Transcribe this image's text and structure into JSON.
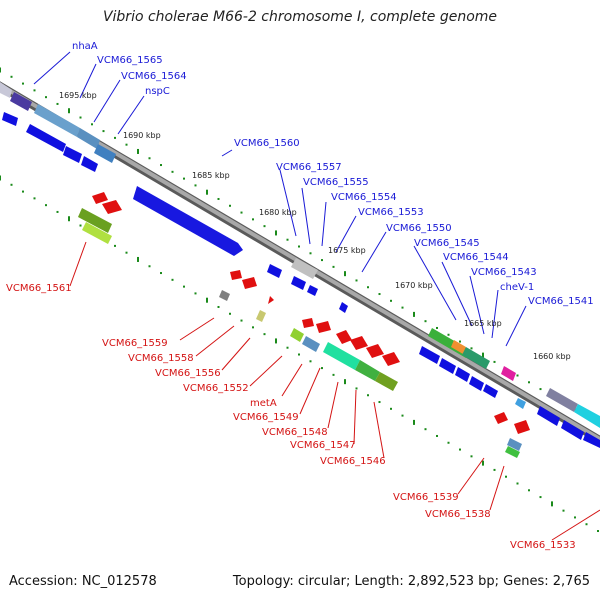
{
  "title": "Vibrio cholerae M66-2 chromosome I, complete genome",
  "footer": {
    "accession": "Accession: NC_012578",
    "summary": "Topology: circular; Length: 2,892,523 bp; Genes: 2,765"
  },
  "scale_labels": [
    "1695 kbp",
    "1690 kbp",
    "1685 kbp",
    "1680 kbp",
    "1675 kbp",
    "1670 kbp",
    "1665 kbp",
    "1660 kbp"
  ],
  "top_labels": [
    "nhaA",
    "VCM66_1565",
    "VCM66_1564",
    "nspC",
    "VCM66_1560",
    "VCM66_1557",
    "VCM66_1555",
    "VCM66_1554",
    "VCM66_1553",
    "VCM66_1550",
    "VCM66_1545",
    "VCM66_1544",
    "VCM66_1543",
    "cheV-1",
    "VCM66_1541"
  ],
  "bottom_labels": [
    "VCM66_1561",
    "VCM66_1559",
    "VCM66_1558",
    "VCM66_1556",
    "VCM66_1552",
    "metA",
    "VCM66_1549",
    "VCM66_1548",
    "VCM66_1547",
    "VCM66_1546",
    "VCM66_1539",
    "VCM66_1538",
    "VCM66_1533"
  ],
  "colors": {
    "forward_label": "#1a1ad6",
    "reverse_label": "#d41414",
    "forward_gene": "#1010e0",
    "reverse_gene": "#e01010",
    "backbone": "#8a8a8a",
    "scale_tick": "#1a8a1a"
  }
}
